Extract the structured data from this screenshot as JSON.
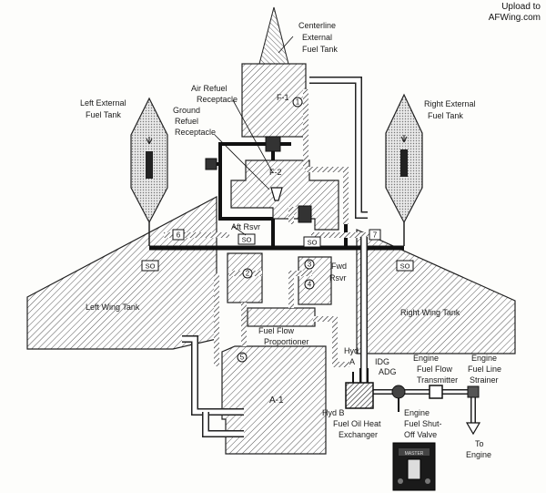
{
  "credit": {
    "line1": "Upload to",
    "line2": "AFWing.com"
  },
  "labels": {
    "centerline_tank": [
      "Centerline",
      "External",
      "Fuel Tank"
    ],
    "left_ext_tank": [
      "Left External",
      "Fuel Tank"
    ],
    "right_ext_tank": [
      "Right External",
      "Fuel Tank"
    ],
    "air_refuel": [
      "Air Refuel",
      "Receptacle"
    ],
    "ground_refuel": [
      "Ground",
      "Refuel",
      "Receptacle"
    ],
    "f1": "F-1",
    "f2": "F-2",
    "aft_rsvr": "Aft Rsvr",
    "fwd_rsvr": [
      "Fwd",
      "Rsvr"
    ],
    "left_wing_tank": "Left Wing Tank",
    "right_wing_tank": "Right Wing Tank",
    "fuel_flow_proportioner": [
      "Fuel Flow",
      "Proportioner"
    ],
    "a1": "A-1",
    "hyd_a": [
      "Hyd",
      "A"
    ],
    "hyd_b": "Hyd B",
    "idg": "IDG",
    "adg": "ADG",
    "fuel_oil_heat_exchanger": [
      "Fuel Oil Heat",
      "Exchanger"
    ],
    "engine_fuel_flow_transmitter": [
      "Engine",
      "Fuel Flow",
      "Transmitter"
    ],
    "engine_fuel_line_strainer": [
      "Engine",
      "Fuel Line",
      "Strainer"
    ],
    "engine_fuel_shutoff_valve": [
      "Engine",
      "Fuel Shut-",
      "Off Valve"
    ],
    "to_engine": [
      "To",
      "Engine"
    ],
    "so": "SO",
    "fuel_pump_label": "MASTER"
  },
  "callouts": [
    "1",
    "2",
    "3",
    "4",
    "5",
    "6",
    "7"
  ]
}
